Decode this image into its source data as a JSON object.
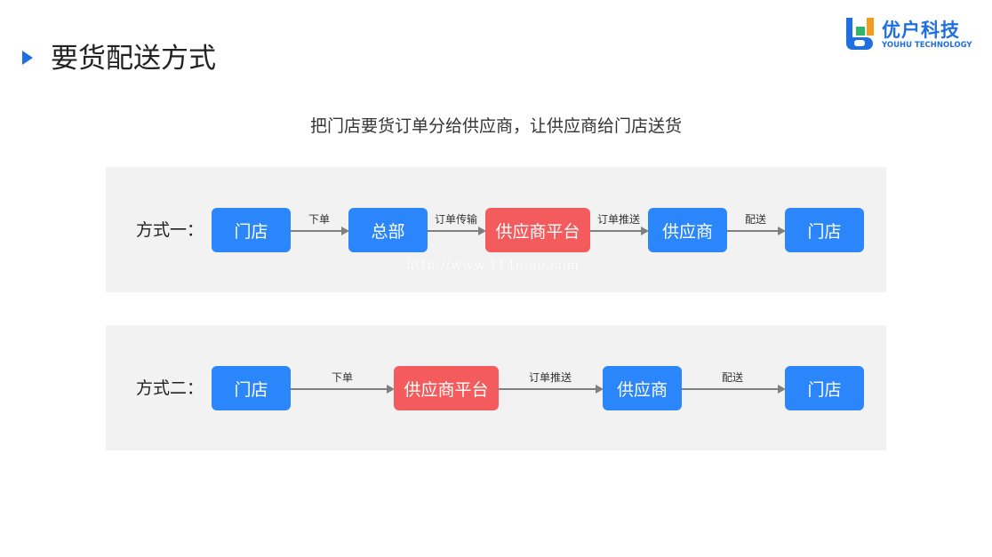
{
  "page": {
    "title": "要货配送方式",
    "subtitle": "把门店要货订单分给供应商，让供应商给门店送货"
  },
  "logo": {
    "name_cn": "优户科技",
    "name_en": "YOUHU TECHNOLOGY"
  },
  "flows": [
    {
      "label": "方式一：",
      "nodes": [
        {
          "text": "门店",
          "color": "#2b86fb"
        },
        {
          "text": "总部",
          "color": "#2b86fb"
        },
        {
          "text": "供应商平台",
          "color": "#f45b5d"
        },
        {
          "text": "供应商",
          "color": "#2b86fb"
        },
        {
          "text": "门店",
          "color": "#2b86fb"
        }
      ],
      "edges": [
        "下单",
        "订单传输",
        "订单推送",
        "配送"
      ]
    },
    {
      "label": "方式二：",
      "nodes": [
        {
          "text": "门店",
          "color": "#2b86fb"
        },
        {
          "text": "供应商平台",
          "color": "#f45b5d"
        },
        {
          "text": "供应商",
          "color": "#2b86fb"
        },
        {
          "text": "门店",
          "color": "#2b86fb"
        }
      ],
      "edges": [
        "下单",
        "订单推送",
        "配送"
      ]
    }
  ],
  "watermark": "http://www.114biao.com",
  "colors": {
    "accent": "#1f6fe0",
    "node_blue": "#2b86fb",
    "node_red": "#f45b5d",
    "arrow": "#7f7f7f",
    "panel_bg": "#f2f2f2"
  }
}
